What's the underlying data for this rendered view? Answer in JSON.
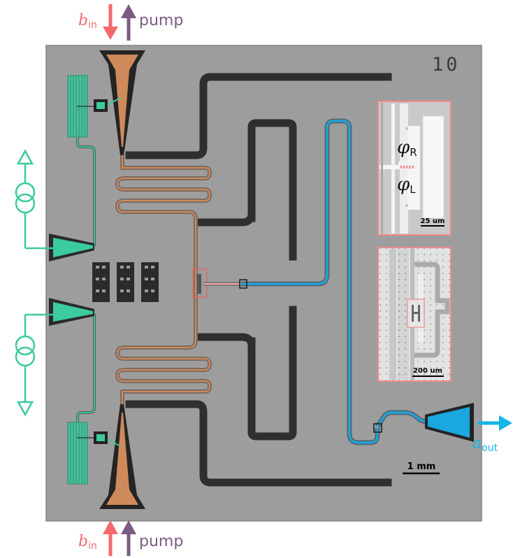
{
  "labels": {
    "b_symbol": "b",
    "b_sub": "in",
    "pump": "pump",
    "a_symbol": "a",
    "a_sub": "out"
  },
  "chip_number": "10",
  "inset_top": {
    "phi_r_symbol": "φ",
    "phi_r_sub": "R",
    "phi_l_symbol": "φ",
    "phi_l_sub": "L",
    "scale_bar": "25 um"
  },
  "inset_bottom": {
    "scale_bar": "200 um"
  },
  "main_scale_bar": "1 mm",
  "colors": {
    "input_red": "#f4696b",
    "pump_purple": "#7c5a84",
    "output_blue": "#14b4e6",
    "bias_green": "#3ccaa0",
    "copper": "#d08a5a"
  }
}
